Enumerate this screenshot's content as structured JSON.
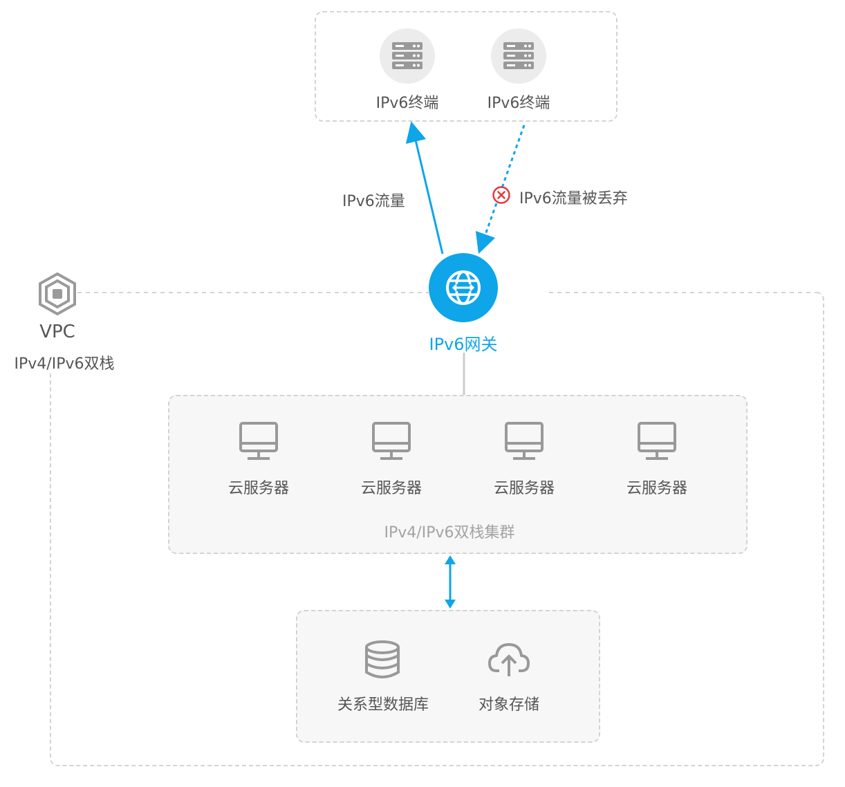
{
  "terminals": [
    {
      "label": "IPv6终端",
      "icon": "server-icon"
    },
    {
      "label": "IPv6终端",
      "icon": "server-icon"
    }
  ],
  "flows": {
    "allowed_label": "IPv6流量",
    "dropped_label": "IPv6流量被丢弃",
    "dropped_icon": "error-x-icon"
  },
  "gateway": {
    "label": "IPv6网关",
    "icon": "globe-gateway-icon",
    "color": "#0ea5e9"
  },
  "vpc": {
    "title": "VPC",
    "subtitle": "IPv4/IPv6双栈",
    "icon": "vpc-hexagon-icon"
  },
  "cluster": {
    "label": "IPv4/IPv6双栈集群",
    "servers": [
      {
        "label": "云服务器",
        "icon": "monitor-icon"
      },
      {
        "label": "云服务器",
        "icon": "monitor-icon"
      },
      {
        "label": "云服务器",
        "icon": "monitor-icon"
      },
      {
        "label": "云服务器",
        "icon": "monitor-icon"
      }
    ]
  },
  "storage": [
    {
      "label": "关系型数据库",
      "icon": "database-icon"
    },
    {
      "label": "对象存储",
      "icon": "cloud-upload-icon"
    }
  ],
  "colors": {
    "accent": "#0ea5e9",
    "error": "#e5383b",
    "border": "#d3d3d3",
    "icon_gray": "#8c8c8c"
  }
}
